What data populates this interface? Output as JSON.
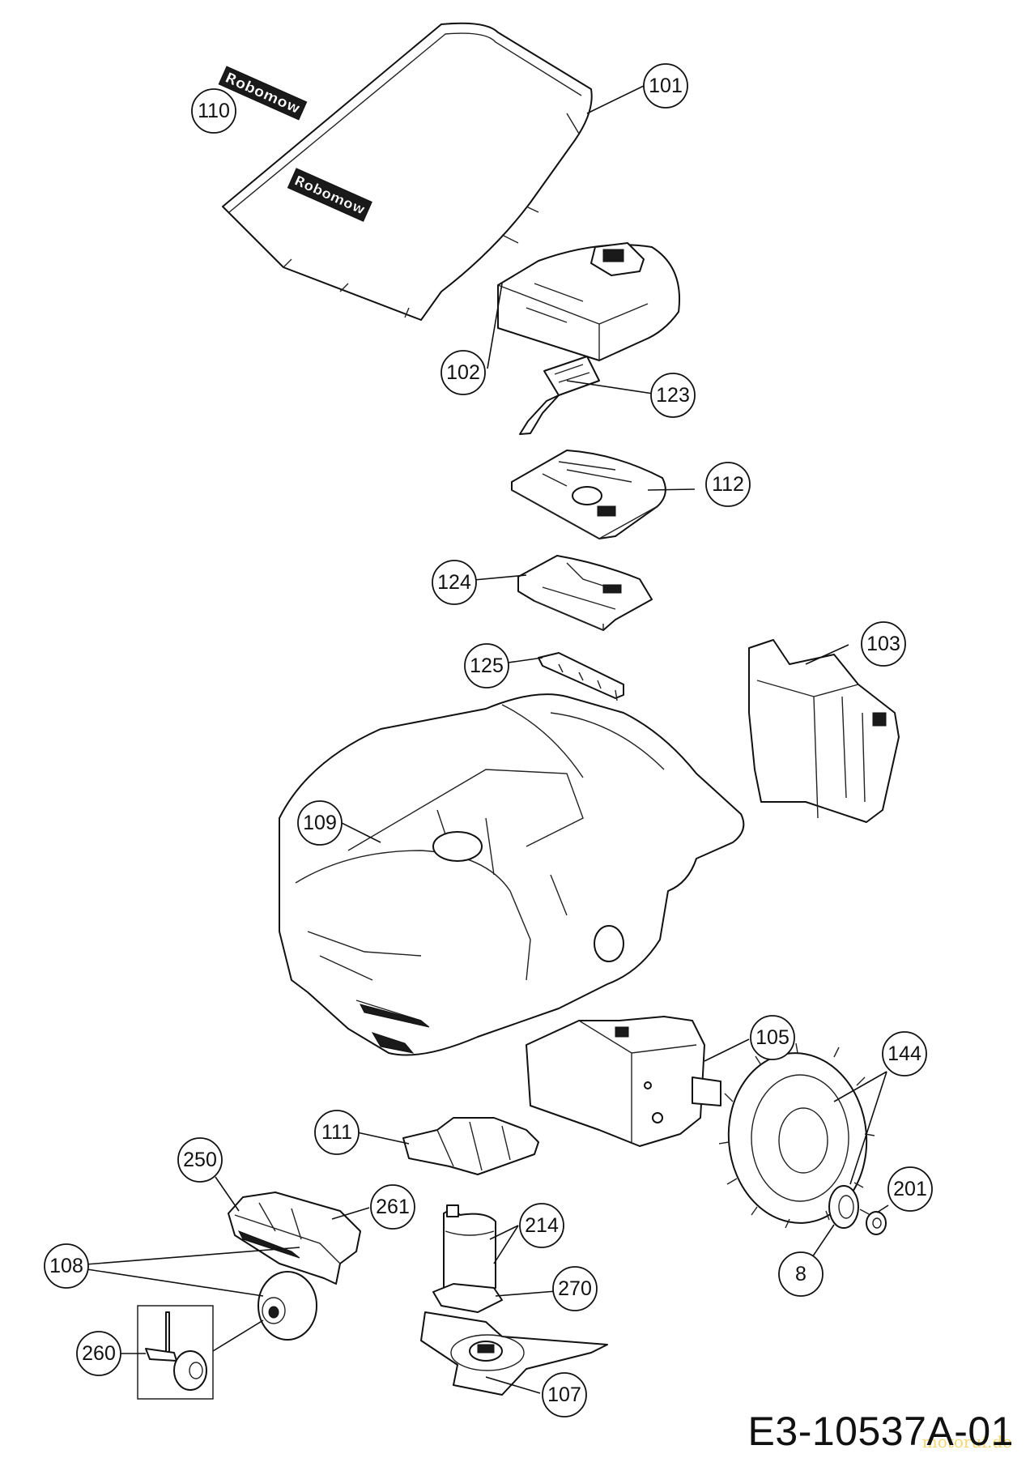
{
  "drawing": {
    "number": "E3-10537A-01",
    "watermark": "motoruf.de",
    "cover_logo_text": "Robomow"
  },
  "callouts": [
    {
      "id": "101",
      "label": "101"
    },
    {
      "id": "110",
      "label": "110"
    },
    {
      "id": "102",
      "label": "102"
    },
    {
      "id": "123",
      "label": "123"
    },
    {
      "id": "112",
      "label": "112"
    },
    {
      "id": "124",
      "label": "124"
    },
    {
      "id": "103",
      "label": "103"
    },
    {
      "id": "125",
      "label": "125"
    },
    {
      "id": "109",
      "label": "109"
    },
    {
      "id": "105",
      "label": "105"
    },
    {
      "id": "144",
      "label": "144"
    },
    {
      "id": "111",
      "label": "111"
    },
    {
      "id": "201",
      "label": "201"
    },
    {
      "id": "250",
      "label": "250"
    },
    {
      "id": "261",
      "label": "261"
    },
    {
      "id": "214",
      "label": "214"
    },
    {
      "id": "108",
      "label": "108"
    },
    {
      "id": "8",
      "label": "8"
    },
    {
      "id": "270",
      "label": "270"
    },
    {
      "id": "260",
      "label": "260"
    },
    {
      "id": "107",
      "label": "107"
    }
  ]
}
